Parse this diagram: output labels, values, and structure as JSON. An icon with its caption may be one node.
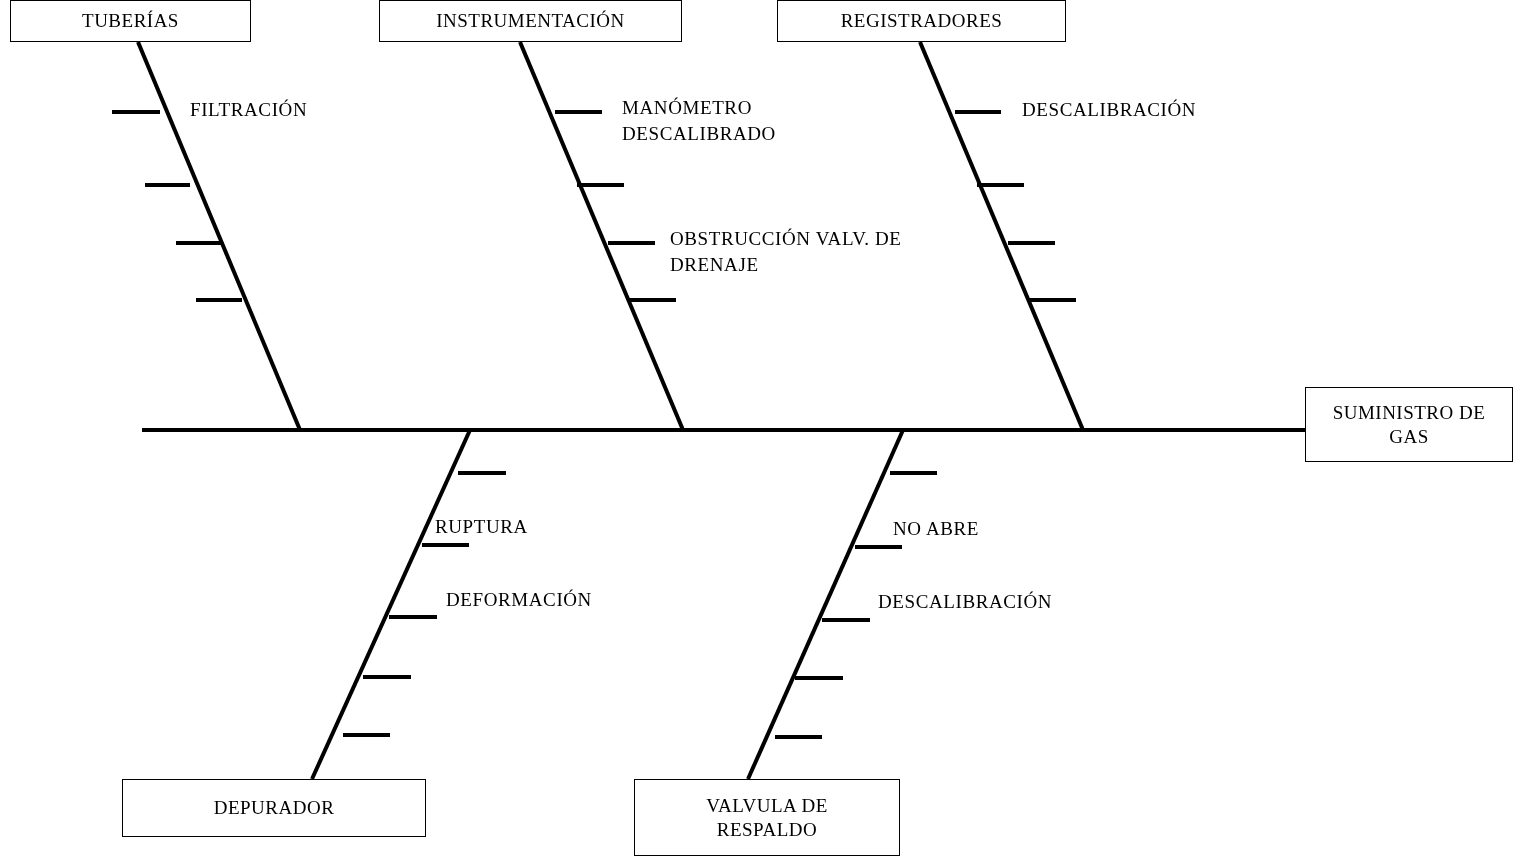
{
  "diagram": {
    "nodes": [
      {
        "text": [
          "TUBERÍAS"
        ]
      },
      {
        "text": [
          "INSTRUMENTACIÓN"
        ]
      },
      {
        "text": [
          "REGISTRADORES"
        ]
      },
      {
        "text": [
          "SUMINISTRO DE GAS"
        ]
      },
      {
        "text": [
          "DEPURADOR"
        ]
      },
      {
        "text": [
          "VALVULA DE RESPALDO"
        ]
      }
    ],
    "edges": [
      {
        "from": 0,
        "to": null,
        "arrow": "none"
      },
      {
        "from": 1,
        "to": null,
        "arrow": "none"
      },
      {
        "from": 2,
        "to": null,
        "arrow": "none"
      },
      {
        "from": 4,
        "to": null,
        "arrow": "none"
      },
      {
        "from": 5,
        "to": null,
        "arrow": "none"
      },
      {
        "from": null,
        "to": 3,
        "arrow": "none"
      }
    ],
    "labels": [
      "FILTRACIÓN",
      "MANÓMETRO DESCALIBRADO",
      "DESCALIBRACIÓN",
      "OBSTRUCCIÓN VALV. DE DRENAJE",
      "RUPTURA",
      "DEFORMACIÓN",
      "NO ABRE",
      "DESCALIBRACIÓN"
    ]
  }
}
